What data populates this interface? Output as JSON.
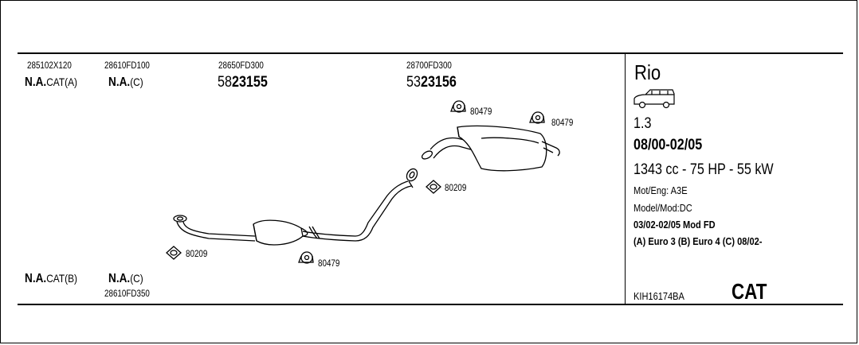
{
  "parts": {
    "p1_number": "285102X120",
    "p2_number": "28610FD100",
    "p3_number": "28650FD300",
    "p4_number": "28700FD300",
    "p1_na": "N.A.",
    "p1_suffix": "CAT(A)",
    "p2_na": "N.A.",
    "p2_suffix": "(C)",
    "p3_prefix": "58",
    "p3_code": "23155",
    "p4_prefix": "53",
    "p4_code": "23156",
    "p5_na": "N.A.",
    "p5_suffix": "CAT(B)",
    "p6_na": "N.A.",
    "p6_suffix": "(C)",
    "p6_number": "28610FD350"
  },
  "clamps": {
    "c1": "80479",
    "c2": "80479",
    "c3": "80209",
    "c4": "80209",
    "c5": "80479"
  },
  "vehicle": {
    "name": "Rio",
    "engine": "1.3",
    "period": "08/00-02/05",
    "power": "1343 cc - 75 HP - 55 kW",
    "mot_eng": "Mot/Eng: A3E",
    "model_mod": "Model/Mod:DC",
    "mod_line": "03/02-02/05   Mod FD",
    "euro_line": "(A) Euro 3 (B) Euro 4 (C) 08/02-",
    "kit_code": "KIH16174BA",
    "cat": "CAT"
  },
  "icons": {
    "car": "station-wagon-car-icon",
    "clamp_ring": "rubber-hanger-icon",
    "gasket": "flange-gasket-icon"
  }
}
